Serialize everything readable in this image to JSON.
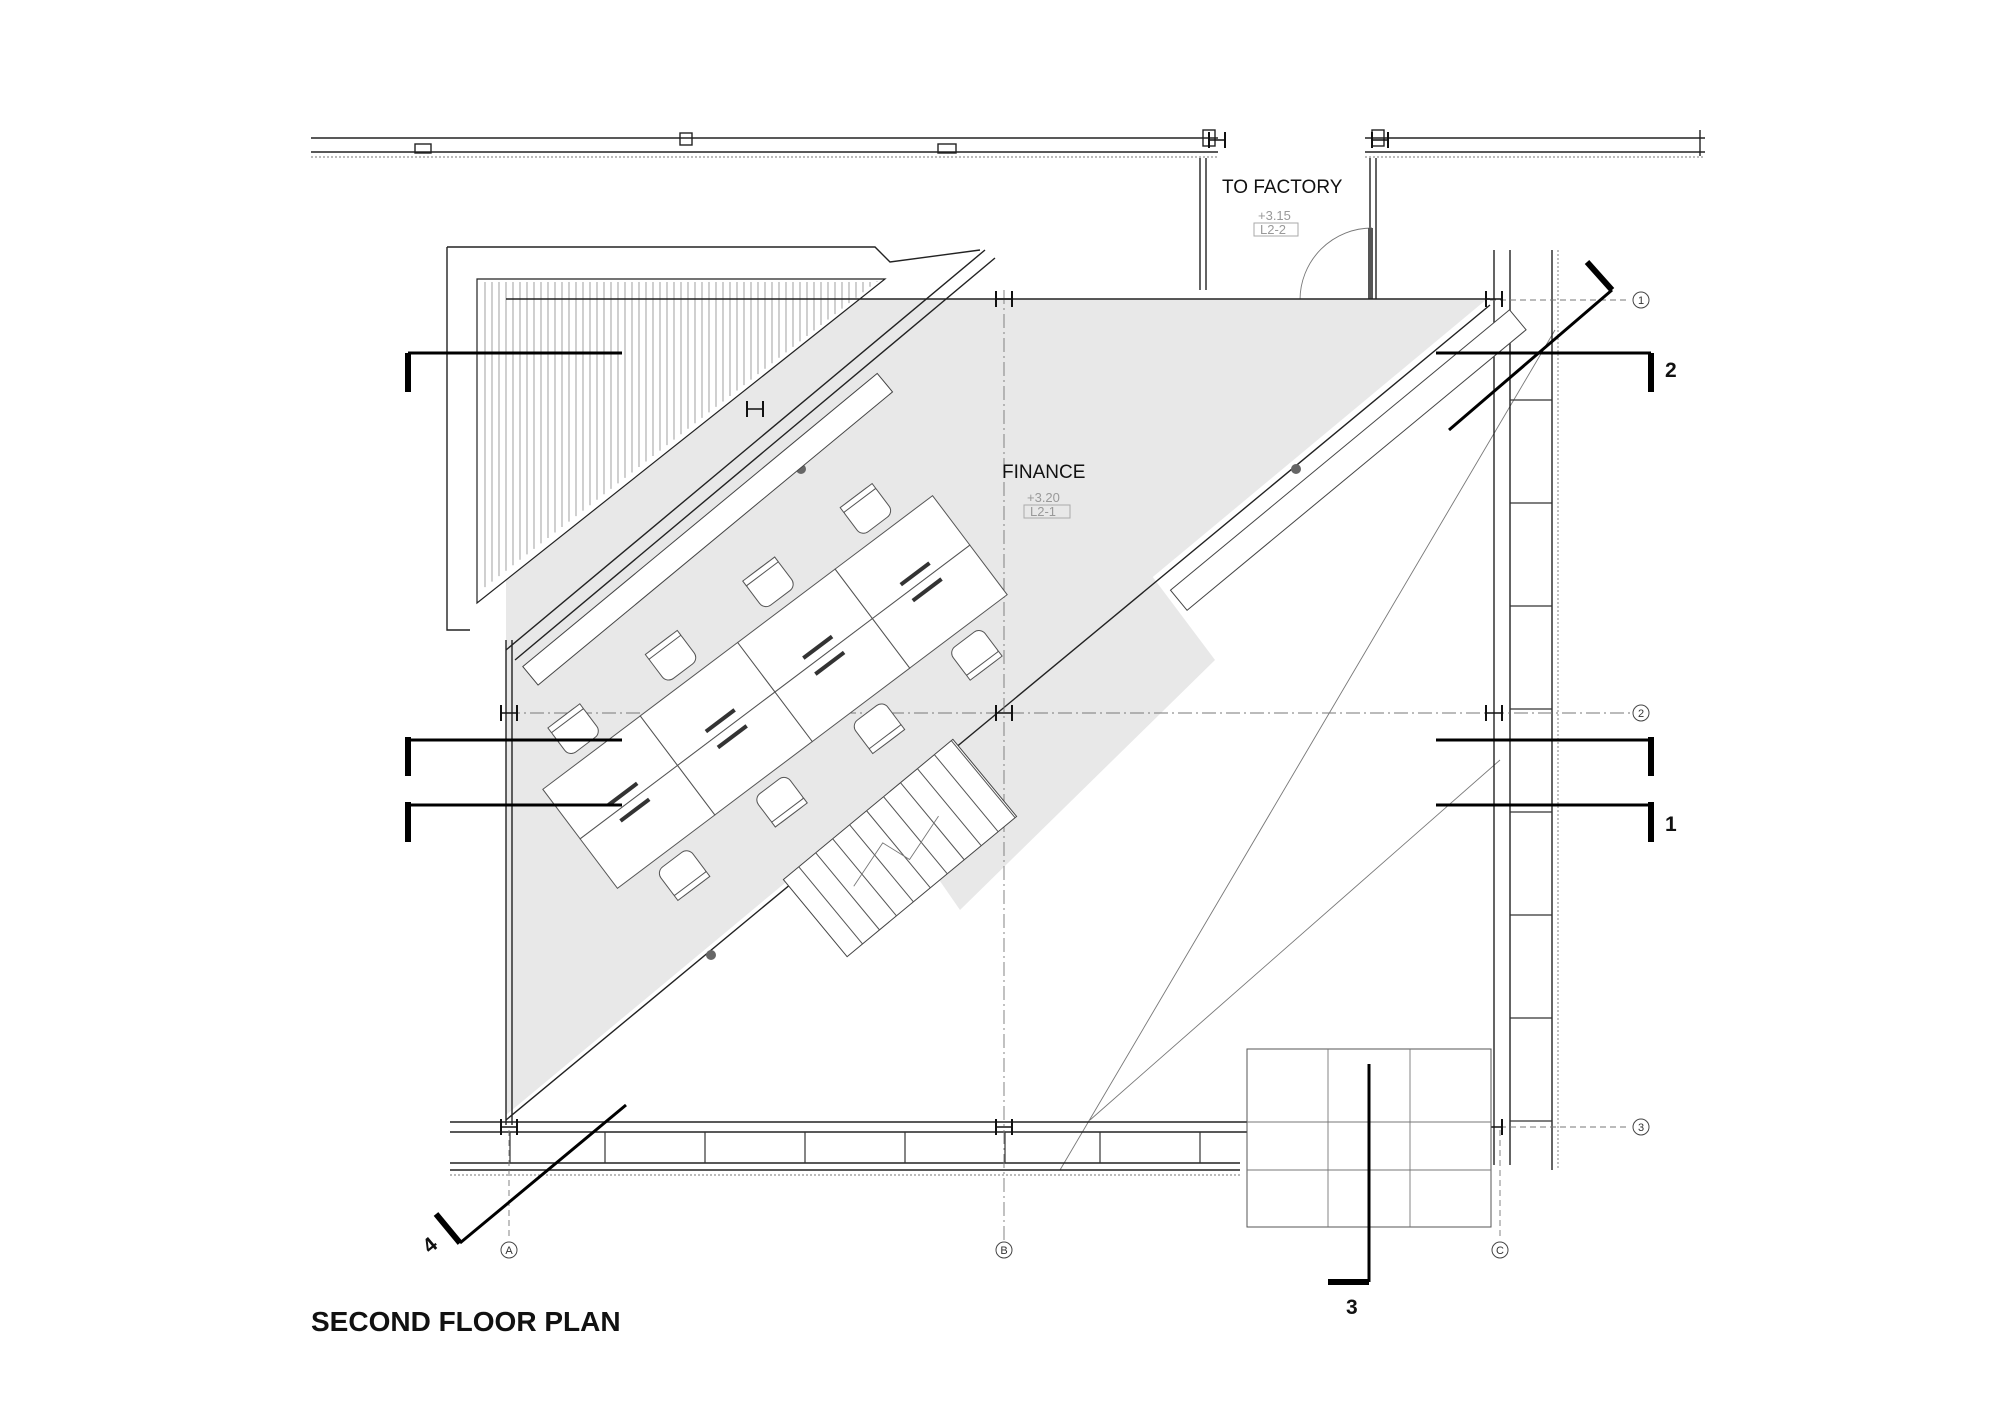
{
  "drawing": {
    "title": "SECOND FLOOR PLAN",
    "rooms": [
      {
        "name": "TO FACTORY",
        "elevation": "+3.15",
        "tag": "L2-2"
      },
      {
        "name": "FINANCE",
        "elevation": "+3.20",
        "tag": "L2-1"
      }
    ],
    "grid_rows": [
      "1",
      "2",
      "3"
    ],
    "grid_columns": [
      "A",
      "B",
      "C"
    ],
    "section_markers": [
      "1",
      "2",
      "3",
      "4"
    ],
    "colors": {
      "floor_fill": "#e8e8e8",
      "line": "#222222"
    }
  }
}
